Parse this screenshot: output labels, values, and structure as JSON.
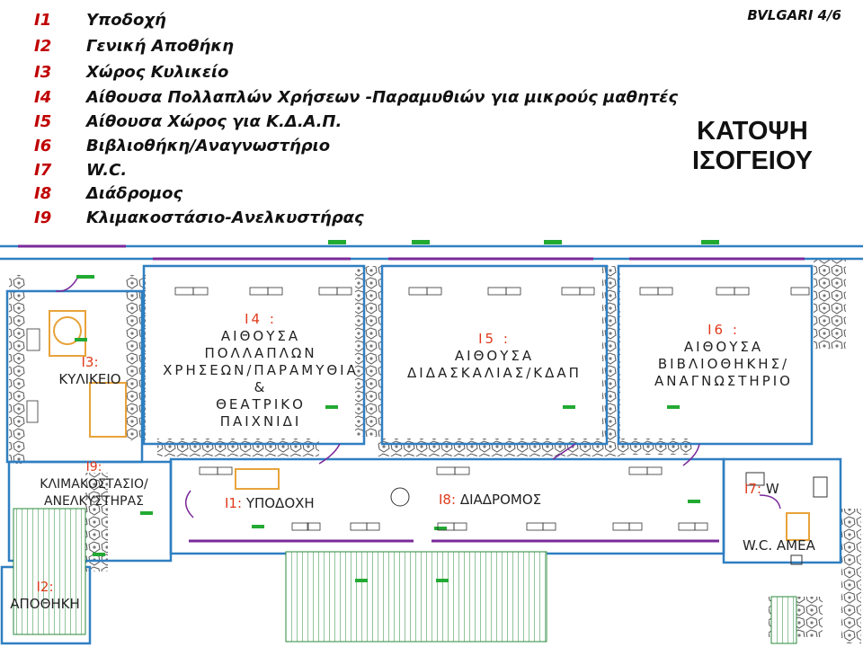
{
  "sheet_label": "BVLGARI 4/6",
  "plan_title": [
    "ΚΑΤΟΨΗ",
    "ΙΣΟΓΕΙΟΥ"
  ],
  "legend": [
    {
      "code": "I1",
      "label": "Υποδοχή"
    },
    {
      "code": "I2",
      "label": "Γενική Αποθήκη"
    },
    {
      "code": "I3",
      "label": "Χώρος Κυλικείο"
    },
    {
      "code": "I4",
      "label": "Αίθουσα Πολλαπλών Χρήσεων -Παραμυθιών για μικρούς μαθητές"
    },
    {
      "code": "I5",
      "label": "Αίθουσα Χώρος για Κ.Δ.Α.Π."
    },
    {
      "code": "I6",
      "label": "Βιβλιοθήκη/Αναγνωστήριο"
    },
    {
      "code": "I7",
      "label": "W.C."
    },
    {
      "code": "I8",
      "label": "Διάδρομος"
    },
    {
      "code": "I9",
      "label": "Κλιμακοστάσιο-Ανελκυστήρας"
    }
  ],
  "rooms": {
    "i4": {
      "code": "I4 :",
      "lines": [
        "ΑΙΘΟΥΣΑ",
        "ΠΟΛΛΑΠΛΩΝ",
        "ΧΡΗΣΕΩΝ/ΠΑΡΑΜΥΘΙΑ",
        "&",
        "ΘΕΑΤΡΙΚΟ",
        "ΠΑΙΧΝΙΔΙ"
      ]
    },
    "i5": {
      "code": "I5 :",
      "lines": [
        "ΑΙΘΟΥΣΑ",
        "ΔΙΔΑΣΚΑΛΙΑΣ/ΚΔΑΠ"
      ]
    },
    "i6": {
      "code": "I6 :",
      "lines": [
        "ΑΙΘΟΥΣΑ",
        "ΒΙΒΛΙΟΘΗΚΗΣ/",
        "ΑΝΑΓΝΩΣΤΗΡΙΟ"
      ]
    },
    "i3": {
      "code": "I3:",
      "name": "ΚΥΛΙΚΕΙΟ"
    },
    "i9": {
      "code": "I9:",
      "line1": "ΚΛΙΜΑΚΟΣΤΑΣΙΟ/",
      "line2": "ΑΝΕΛΚΥΣΤΗΡΑΣ"
    },
    "i1": {
      "code": "I1:",
      "name": "ΥΠΟΔΟΧΗ"
    },
    "i8": {
      "code": "I8:",
      "name": "ΔΙΑΔΡΟΜΟΣ"
    },
    "i7": {
      "code": "I7:",
      "name": "W"
    },
    "wc": {
      "name": "W.C. ΑΜΕΑ"
    },
    "i2": {
      "code": "I2:",
      "name": "ΑΠΟΘΗΚΗ"
    }
  },
  "colors": {
    "wall": "#2f7fc1",
    "wall_dark": "#1a1a1a",
    "code_red": "#e03a1c",
    "level_green": "#22aa33",
    "door_purple": "#7a2a9a",
    "furniture_orange": "#e8a33a",
    "stone": "#6b6b6b"
  }
}
